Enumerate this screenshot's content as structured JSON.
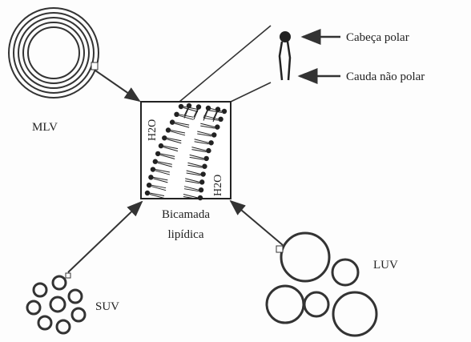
{
  "labels": {
    "mlv": "MLV",
    "suv": "SUV",
    "luv": "LUV",
    "bilayer_line1": "Bicamada",
    "bilayer_line2": "lipídica",
    "head": "Cabeça polar",
    "tail": "Cauda não polar",
    "water_top": "H2O",
    "water_bottom": "H2O"
  },
  "colors": {
    "ink": "#222222",
    "stroke": "#333333"
  },
  "icons": [
    "lipid-molecule-icon",
    "arrow-left-icon"
  ]
}
